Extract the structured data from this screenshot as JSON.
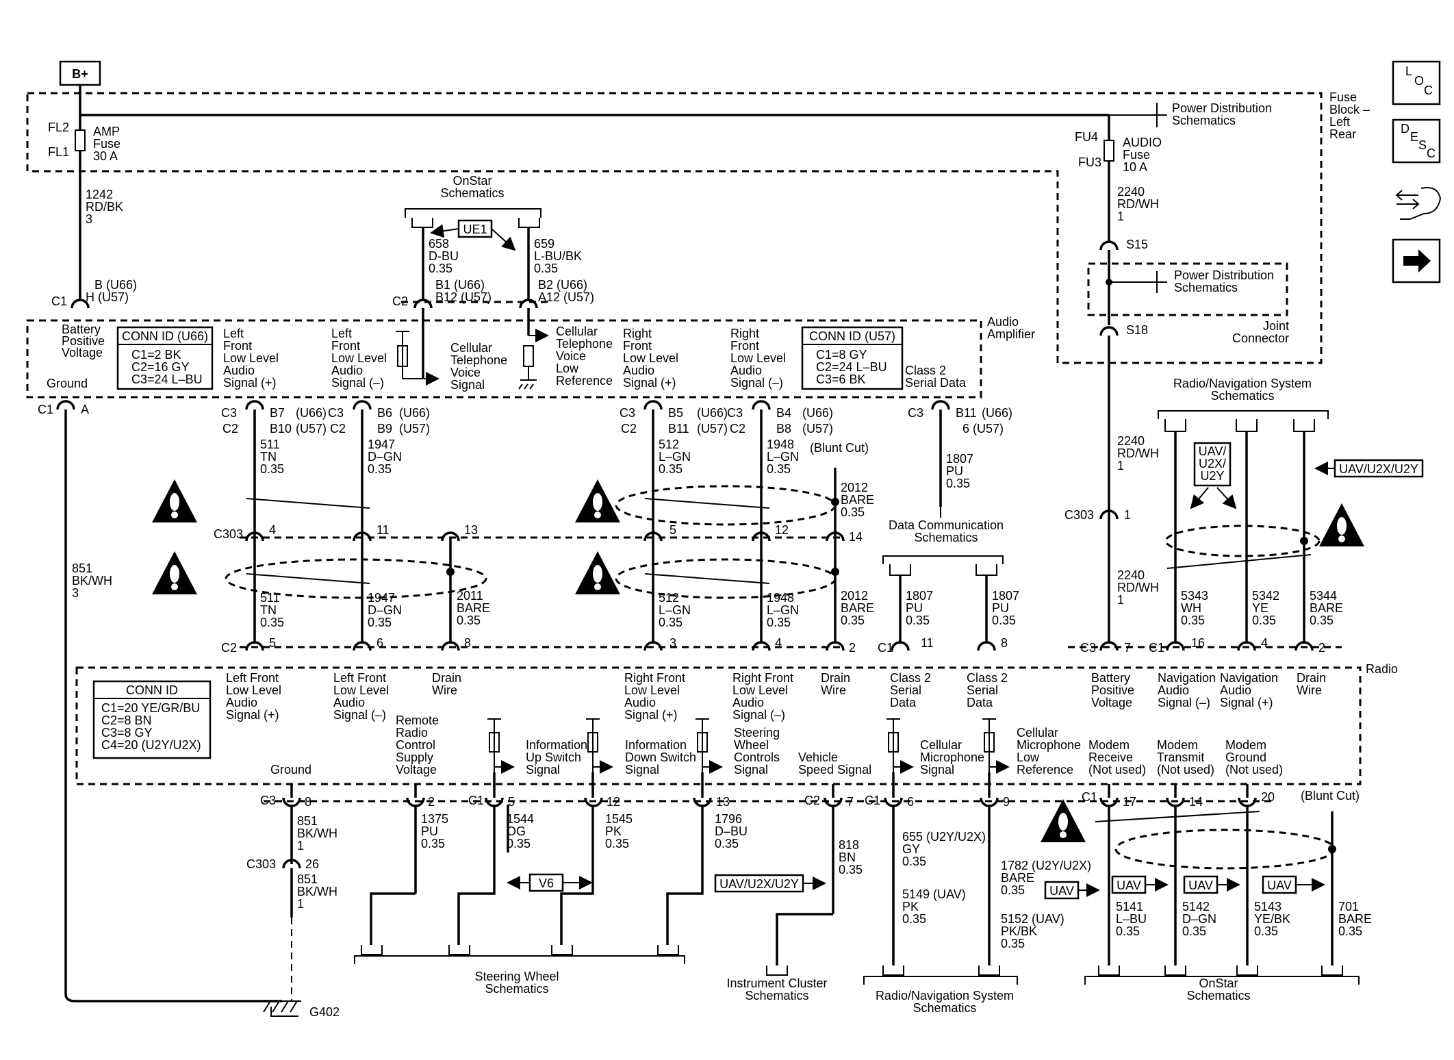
{
  "top": {
    "bplus": "B+",
    "fuse_block": [
      "Fuse",
      "Block –",
      "Left",
      "Rear"
    ],
    "amp_fuse": {
      "fl2": "FL2",
      "fl1": "FL1",
      "name": [
        "AMP",
        "Fuse",
        "30 A"
      ]
    },
    "wire_1242": [
      "1242",
      "RD/BK",
      "3"
    ],
    "power_dist": [
      "Power Distribution",
      "Schematics"
    ],
    "audio_fuse": {
      "fu4": "FU4",
      "fu3": "FU3",
      "name": [
        "AUDIO",
        "Fuse",
        "10 A"
      ]
    },
    "wire_2240a": [
      "2240",
      "RD/WH",
      "1"
    ],
    "s15": "S15",
    "s18": "S18",
    "joint_connector": [
      "Joint",
      "Connector"
    ]
  },
  "icons": {
    "loc": [
      "L",
      "O",
      "C"
    ],
    "desc": [
      "D",
      "E",
      "S",
      "C"
    ],
    "names": [
      "loc-icon",
      "desc-icon",
      "connector-tool-icon",
      "right-arrow-icon"
    ]
  },
  "onstar_top": {
    "title": [
      "OnStar",
      "Schematics"
    ],
    "option": "UE1",
    "w658": [
      "658",
      "D-BU",
      "0.35"
    ],
    "w659": [
      "659",
      "L-BU/BK",
      "0.35"
    ],
    "pin1": [
      "B1 (U66)",
      "B12 (U57)"
    ],
    "pin2": [
      "B2 (U66)",
      "A12 (U57)"
    ],
    "c2": "C2"
  },
  "amp": {
    "title": [
      "Audio",
      "Amplifier"
    ],
    "c1_top": {
      "c": "C1",
      "pins": [
        "B (U66)",
        "H (U57)"
      ]
    },
    "battery": [
      "Battery",
      "Positive",
      "Voltage"
    ],
    "ground": "Ground",
    "conn_u66": {
      "title": "CONN ID (U66)",
      "rows": [
        "C1=2 BK",
        "C2=16 GY",
        "C3=24 L–BU"
      ]
    },
    "conn_u57": {
      "title": "CONN ID (U57)",
      "rows": [
        "C1=8 GY",
        "C2=24 L–BU",
        "C3=6 BK"
      ]
    },
    "lf_pos": [
      "Left",
      "Front",
      "Low Level",
      "Audio",
      "Signal (+)"
    ],
    "lf_neg": [
      "Left",
      "Front",
      "Low Level",
      "Audio",
      "Signal (–)"
    ],
    "cell_voice": [
      "Cellular",
      "Telephone",
      "Voice",
      "Signal"
    ],
    "cell_ref": [
      "Cellular",
      "Telephone",
      "Voice",
      "Low",
      "Reference"
    ],
    "rf_pos": [
      "Right",
      "Front",
      "Low Level",
      "Audio",
      "Signal (+)"
    ],
    "rf_neg": [
      "Right",
      "Front",
      "Low Level",
      "Audio",
      "Signal (–)"
    ],
    "class2": [
      "Class 2",
      "Serial Data"
    ]
  },
  "left": {
    "c1": "C1",
    "pin": "A",
    "w851": [
      "851",
      "BK/WH",
      "3"
    ]
  },
  "spk": {
    "c3": "C3",
    "c2": "C2",
    "c1": "C1",
    "c303": "C303",
    "c2_6": "6 (U57)",
    "u66": "(U66)",
    "u57": "(U57)",
    "b7": "B7",
    "b10": "B10",
    "b6": "B6",
    "b9": "B9",
    "b5": "B5",
    "b11": "B11",
    "b4": "B4",
    "b8": "B8",
    "w511": [
      "511",
      "TN",
      "0.35"
    ],
    "w1947": [
      "1947",
      "D–GN",
      "0.35"
    ],
    "w512": [
      "512",
      "L–GN",
      "0.35"
    ],
    "w1948": [
      "1948",
      "L–GN",
      "0.35"
    ],
    "w2011": [
      "2011",
      "BARE",
      "0.35"
    ],
    "w2012": [
      "2012",
      "BARE",
      "0.35"
    ],
    "w1807": [
      "1807",
      "PU",
      "0.35"
    ],
    "blunt_cut": "(Blunt Cut)",
    "dcs": [
      "Data Communication",
      "Schematics"
    ],
    "p2": "2",
    "p3": "3",
    "p4": "4",
    "p5": "5",
    "p6": "6",
    "p8": "8",
    "p11": "11",
    "p12": "12",
    "p13": "13",
    "p14": "14"
  },
  "right": {
    "w2240": [
      "2240",
      "RD/WH",
      "1"
    ],
    "c303": "C303",
    "p1": "1",
    "c3": "C3",
    "p7": "7"
  },
  "navtop": {
    "title": [
      "Radio/Navigation System",
      "Schematics"
    ],
    "uav_box": [
      "UAV/",
      "U2X/",
      "U2Y"
    ],
    "option": "UAV/U2X/U2Y",
    "w5343": [
      "5343",
      "WH",
      "0.35"
    ],
    "w5342": [
      "5342",
      "YE",
      "0.35"
    ],
    "w5344": [
      "5344",
      "BARE",
      "0.35"
    ],
    "c1": "C1",
    "p16": "16",
    "p4": "4",
    "p2": "2"
  },
  "radio": {
    "title": "Radio",
    "conn": {
      "title": "CONN ID",
      "rows": [
        "C1=20 YE/GR/BU",
        "C2=8 BN",
        "C3=8 GY",
        "C4=20 (U2Y/U2X)"
      ]
    },
    "lf_pos": [
      "Left Front",
      "Low Level",
      "Audio",
      "Signal (+)"
    ],
    "lf_neg": [
      "Left Front",
      "Low Level",
      "Audio",
      "Signal (–)"
    ],
    "drain": [
      "Drain",
      "Wire"
    ],
    "rf_pos": [
      "Right Front",
      "Low Level",
      "Audio",
      "Signal (+)"
    ],
    "rf_neg": [
      "Right Front",
      "Low Level",
      "Audio",
      "Signal (–)"
    ],
    "class2": [
      "Class 2",
      "Serial",
      "Data"
    ],
    "bpv": [
      "Battery",
      "Positive",
      "Voltage"
    ],
    "nav_neg": [
      "Navigation",
      "Audio",
      "Signal (–)"
    ],
    "nav_pos": [
      "Navigation",
      "Audio",
      "Signal (+)"
    ],
    "rrc": [
      "Remote",
      "Radio",
      "Control",
      "Supply",
      "Voltage"
    ],
    "ground": "Ground",
    "info_up": [
      "Information",
      "Up Switch",
      "Signal"
    ],
    "info_down": [
      "Information",
      "Down Switch",
      "Signal"
    ],
    "swc": [
      "Steering",
      "Wheel",
      "Controls",
      "Signal"
    ],
    "vss": [
      "Vehicle",
      "Speed Signal"
    ],
    "cell_mic": [
      "Cellular",
      "Microphone",
      "Signal"
    ],
    "cell_ref": [
      "Cellular",
      "Microphone",
      "Low",
      "Reference"
    ],
    "modem_rx": [
      "Modem",
      "Receive",
      "(Not used)"
    ],
    "modem_tx": [
      "Modem",
      "Transmit",
      "(Not used)"
    ],
    "modem_gnd": [
      "Modem",
      "Ground",
      "(Not used)"
    ]
  },
  "bottom": {
    "c3": "C3",
    "c1": "C1",
    "c2": "C2",
    "blunt_cut": "(Blunt Cut)",
    "p2": "2",
    "p5": "5",
    "p6": "6",
    "p7": "7",
    "p8": "8",
    "p9": "9",
    "p12": "12",
    "p13": "13",
    "p14": "14",
    "p17": "17",
    "p20": "20"
  },
  "gnd": {
    "w851": [
      "851",
      "BK/WH",
      "1"
    ],
    "c303": "C303",
    "p26": "26",
    "g402": "G402"
  },
  "sw": {
    "title": [
      "Steering Wheel",
      "Schematics"
    ],
    "w1375": [
      "1375",
      "PU",
      "0.35"
    ],
    "w1544": [
      "1544",
      "OG",
      "0.35"
    ],
    "w1545": [
      "1545",
      "PK",
      "0.35"
    ],
    "w1796": [
      "1796",
      "D–BU",
      "0.35"
    ],
    "option": "V6"
  },
  "ic": {
    "title": [
      "Instrument Cluster",
      "Schematics"
    ],
    "w818": [
      "818",
      "BN",
      "0.35"
    ],
    "option": "UAV/U2X/U2Y"
  },
  "rnb": {
    "title": [
      "Radio/Navigation System",
      "Schematics"
    ],
    "w655": [
      "655 (U2Y/U2X)",
      "GY",
      "0.35"
    ],
    "w5149": [
      "5149 (UAV)",
      "PK",
      "0.35"
    ],
    "w1782": [
      "1782 (U2Y/U2X)",
      "BARE",
      "0.35"
    ],
    "w5152": [
      "5152 (UAV)",
      "PK/BK",
      "0.35"
    ],
    "option": "UAV"
  },
  "osb": {
    "title": [
      "OnStar",
      "Schematics"
    ],
    "option": "UAV",
    "w5141": [
      "5141",
      "L–BU",
      "0.35"
    ],
    "w5142": [
      "5142",
      "D–GN",
      "0.35"
    ],
    "w5143": [
      "5143",
      "YE/BK",
      "0.35"
    ],
    "w701": [
      "701",
      "BARE",
      "0.35"
    ]
  }
}
